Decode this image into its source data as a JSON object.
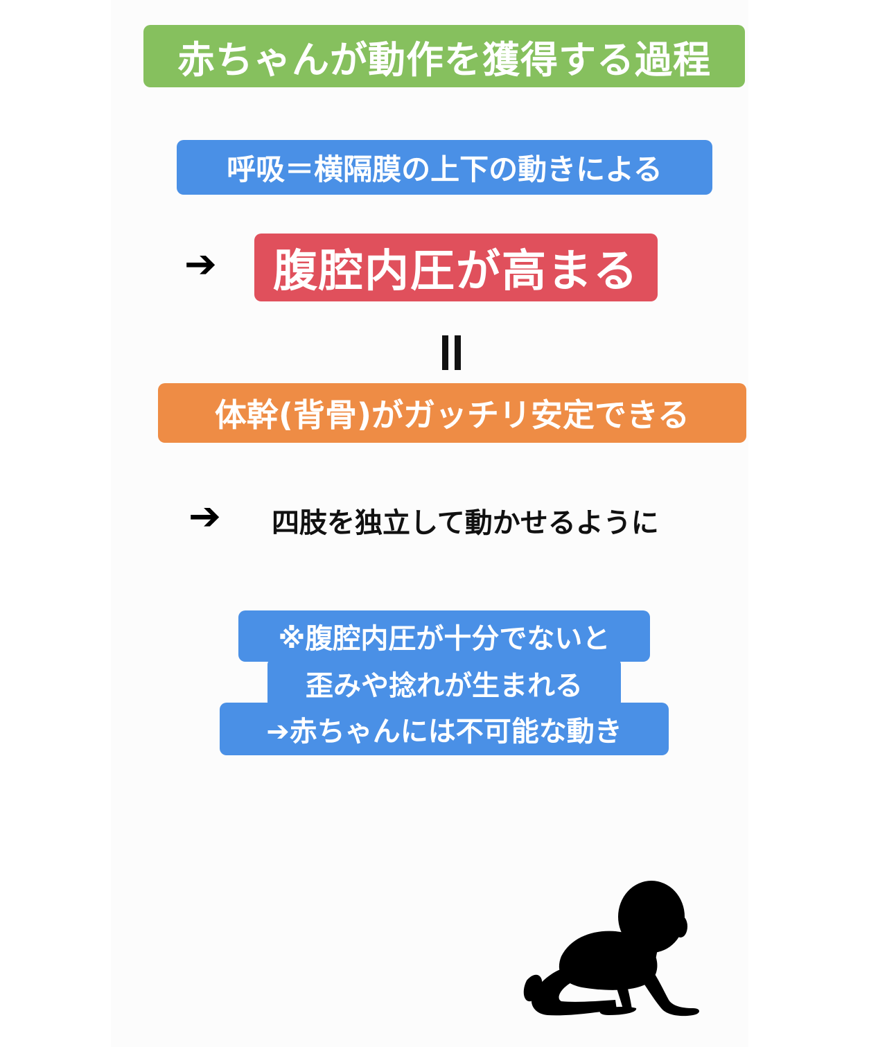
{
  "title": "赤ちゃんが動作を獲得する過程",
  "steps": {
    "breathing": "呼吸＝横隔膜の上下の動きによる",
    "arrow_1": "➔",
    "pressure": "腹腔内圧が高まる",
    "trunk": "体幹(背骨)がガッチリ安定できる",
    "arrow_2": "➔",
    "limbs": "四肢を独立して動かせるように"
  },
  "note": {
    "line_1": "※腹腔内圧が十分でないと",
    "line_2": "歪みや捻れが生まれる",
    "line_3": "➔赤ちゃんには不可能な動き"
  },
  "illustration": {
    "icon": "crawling-baby-silhouette-icon"
  },
  "colors": {
    "title_bg": "#86c05e",
    "blue_bg": "#4a90e6",
    "red_bg": "#e0505c",
    "orange_bg": "#ee8c45",
    "text_on_label": "#ffffff",
    "text_dark": "#111111"
  }
}
